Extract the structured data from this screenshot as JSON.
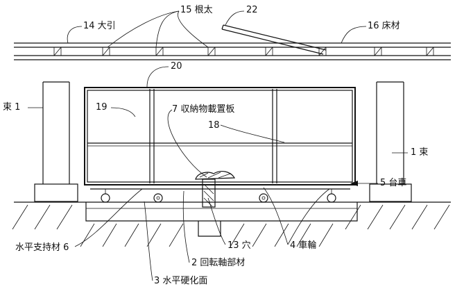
{
  "labels": {
    "joist": "15 根太",
    "part22": "22",
    "beam": "14 大引",
    "floor": "16 床材",
    "part20": "20",
    "post_left": "束 1",
    "part19": "19",
    "shelf": "7 収納物載置板",
    "part18": "18",
    "post_right": "1 束",
    "cart": "5 台車",
    "horizontal_support": "水平支持材 6",
    "hole": "13 穴",
    "wheel": "4 車輪",
    "pivot": "2 回転軸部材",
    "hardened_surface": "3 水平硬化面"
  }
}
